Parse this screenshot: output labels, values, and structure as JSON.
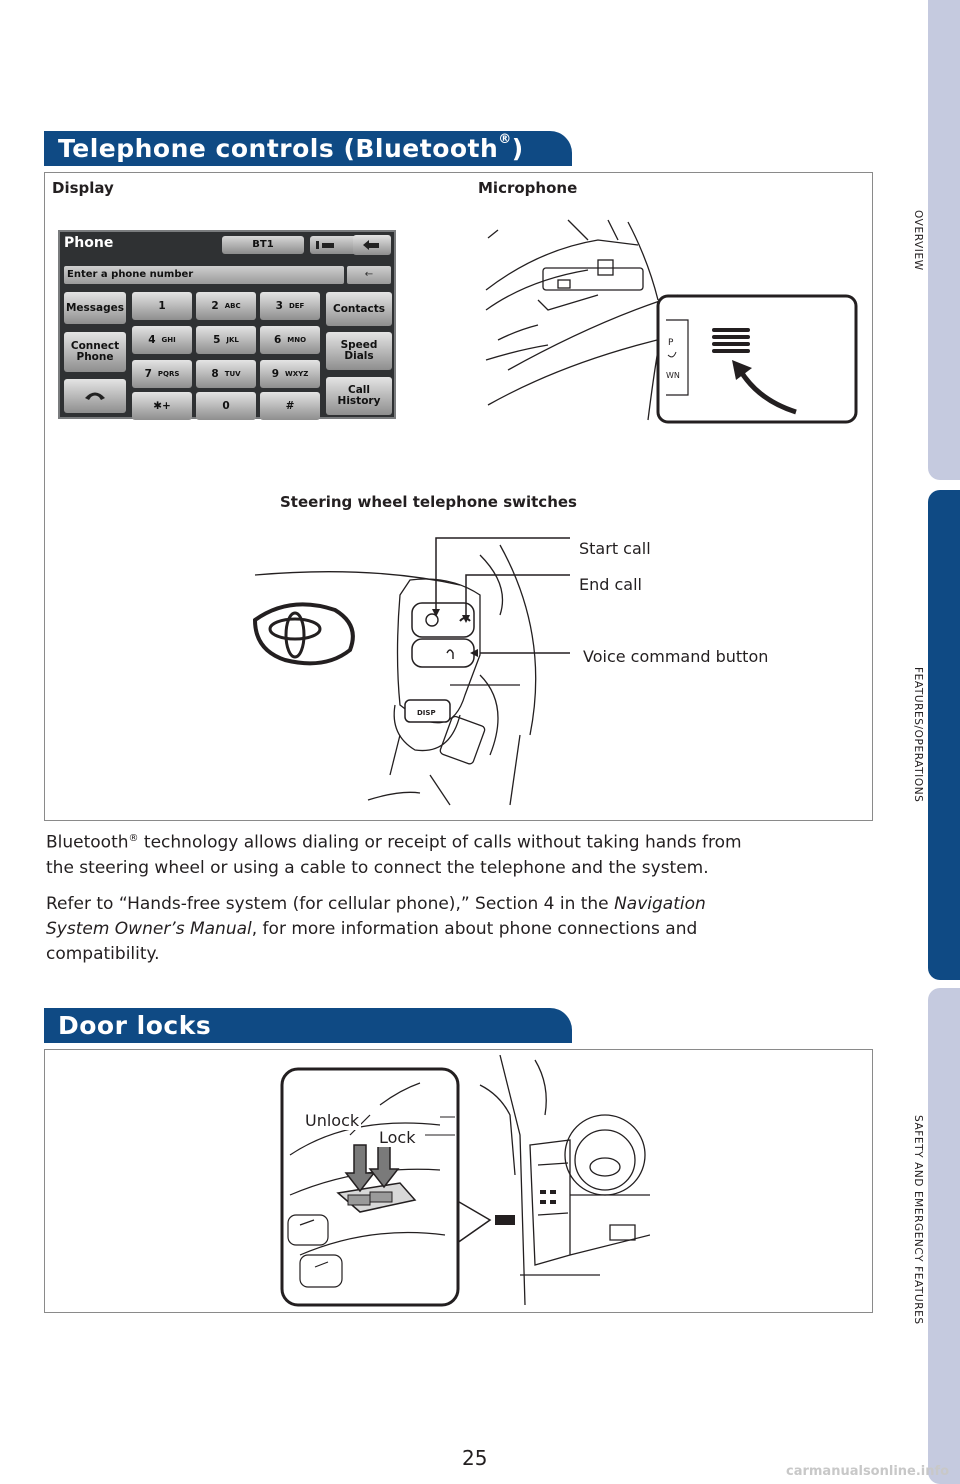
{
  "side_tabs": [
    "OVERVIEW",
    "FEATURES/OPERATIONS",
    "SAFETY AND EMERGENCY FEATURES"
  ],
  "telephone": {
    "title": "Telephone controls (Bluetooth",
    "title_reg": "®",
    "title_end": ")",
    "display_caption": "Display",
    "microphone_caption": "Microphone",
    "steering_caption": "Steering wheel telephone switches",
    "callouts": {
      "start_call": "Start call",
      "end_call": "End call",
      "voice": "Voice command button"
    },
    "phone_screen": {
      "title": "Phone",
      "bt": "BT1",
      "input_placeholder": "Enter a phone number",
      "left_buttons": [
        "Messages",
        "Connect Phone"
      ],
      "right_buttons": [
        "Contacts",
        "Speed Dials",
        "Call History"
      ],
      "keys": [
        {
          "num": "1",
          "letters": ""
        },
        {
          "num": "2",
          "letters": "ABC"
        },
        {
          "num": "3",
          "letters": "DEF"
        },
        {
          "num": "4",
          "letters": "GHI"
        },
        {
          "num": "5",
          "letters": "JKL"
        },
        {
          "num": "6",
          "letters": "MNO"
        },
        {
          "num": "7",
          "letters": "PQRS"
        },
        {
          "num": "8",
          "letters": "TUV"
        },
        {
          "num": "9",
          "letters": "WXYZ"
        },
        {
          "num": "✱+",
          "letters": ""
        },
        {
          "num": "0",
          "letters": ""
        },
        {
          "num": "#",
          "letters": ""
        }
      ]
    },
    "mic_labels": [
      "P",
      "WN"
    ],
    "steering_button_label": "DISP"
  },
  "body_text": {
    "p1_a": "Bluetooth",
    "p1_reg": "®",
    "p1_b": " technology allows dialing or receipt of calls without taking hands from",
    "p1_line2": "the steering wheel or using a cable to connect the telephone and the system.",
    "p2_a": "Refer to “Hands-free system (for cellular phone),” Section 4 in the ",
    "p2_italic1": "Navigation",
    "p2_italic2": "System Owner’s Manual",
    "p2_b": ", for more information about phone connections and",
    "p2_line3": "compatibility."
  },
  "door_locks": {
    "title": "Door locks",
    "unlock": "Unlock",
    "lock": "Lock"
  },
  "page_number": "25",
  "watermark": "carmanualsonline.info",
  "colors": {
    "brand_blue": "#0f4a84",
    "tab_light": "#c5cadf"
  }
}
